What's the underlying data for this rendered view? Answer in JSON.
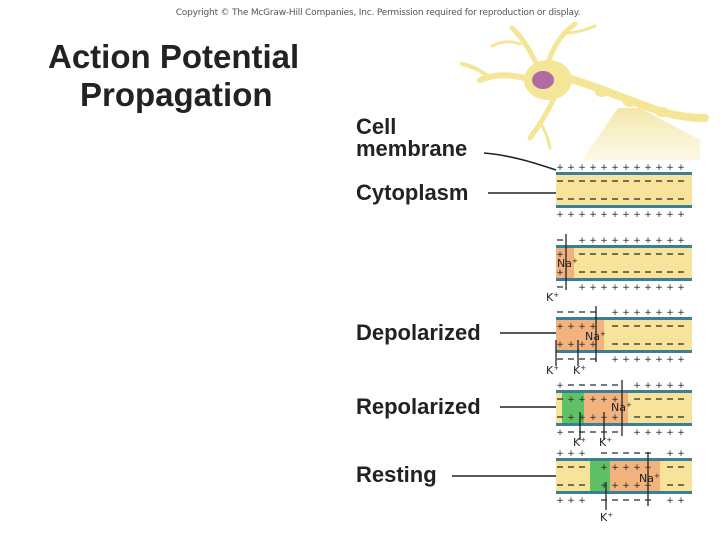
{
  "copyright": "Copyright © The McGraw-Hill Companies, Inc. Permission required for reproduction or display.",
  "title": {
    "line1": "Action Potential",
    "line2": "Propagation"
  },
  "labels": {
    "cell_membrane_1": "Cell",
    "cell_membrane_2": "membrane",
    "cytoplasm": "Cytoplasm",
    "depolarized": "Depolarized",
    "repolarized": "Repolarized",
    "resting": "Resting"
  },
  "ions": {
    "sodium": "Na",
    "potassium": "K",
    "charge": "+"
  },
  "colors": {
    "cytoplasm": "#f8e39a",
    "depolarized": "#f2b27e",
    "repolarized": "#5fc065",
    "membrane": "#3a7f93",
    "neuron": "#f5e597",
    "nucleus": "#b06ca2"
  }
}
